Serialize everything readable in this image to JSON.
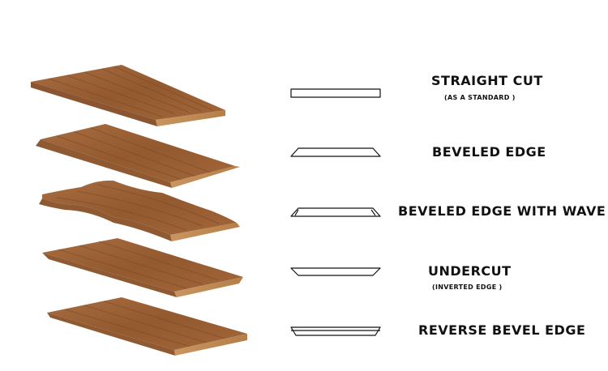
{
  "colors": {
    "wood_top": "#9c6438",
    "wood_grain": "#7a4724",
    "wood_edge": "#c48c55",
    "outline": "#111111",
    "background": "#ffffff"
  },
  "items": [
    {
      "id": "straight",
      "title": "STRAIGHT CUT",
      "subtitle": "(AS A STANDARD )"
    },
    {
      "id": "beveled",
      "title": "BEVELED EDGE",
      "subtitle": ""
    },
    {
      "id": "wave",
      "title": "BEVELED EDGE WITH WAVE",
      "subtitle": ""
    },
    {
      "id": "undercut",
      "title": "UNDERCUT",
      "subtitle": "(INVERTED EDGE )"
    },
    {
      "id": "reverse",
      "title": "REVERSE BEVEL EDGE",
      "subtitle": ""
    }
  ]
}
